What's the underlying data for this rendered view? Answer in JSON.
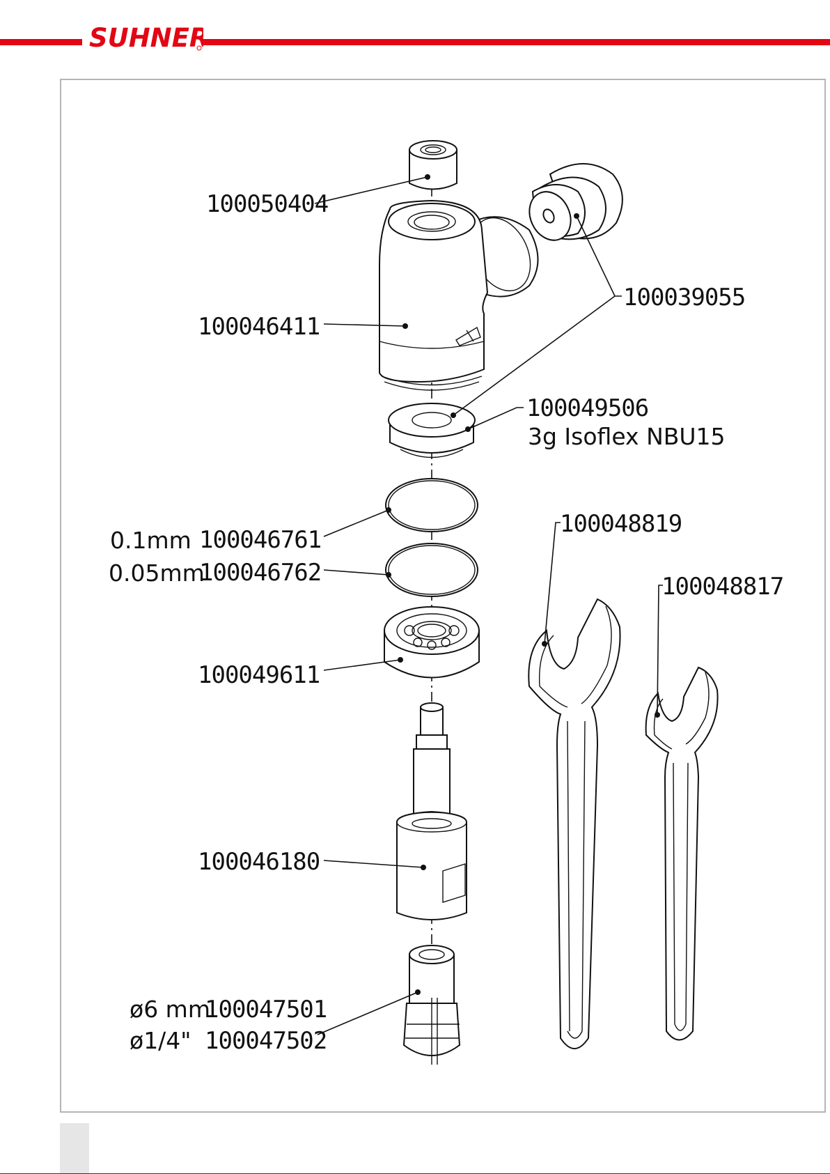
{
  "header": {
    "brand": "SUHNER",
    "brand_color": "#e30613"
  },
  "parts": {
    "p100050404": "100050404",
    "p100039055": "100039055",
    "p100046411": "100046411",
    "p100049506": "100049506",
    "p100049506_note": "3g Isoflex NBU15",
    "p100048819": "100048819",
    "p100048817": "100048817",
    "p100046761": "100046761",
    "p100046761_note": "0.1mm",
    "p100046762": "100046762",
    "p100046762_note": "0.05mm",
    "p100049611": "100049611",
    "p100046180": "100046180",
    "p100047501": "100047501",
    "p100047501_note": "ø6 mm",
    "p100047502": "100047502",
    "p100047502_note": "ø1/4\""
  }
}
